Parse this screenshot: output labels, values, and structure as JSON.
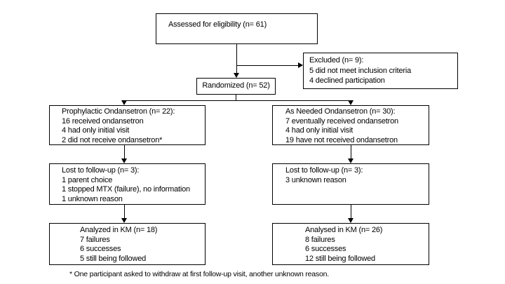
{
  "flowchart": {
    "assessed": {
      "text": "Assessed for eligibility (n= 61)"
    },
    "excluded": {
      "lines": [
        "Excluded (n= 9):",
        "5 did not meet inclusion criteria",
        "4 declined participation"
      ]
    },
    "randomized": {
      "text": "Randomized (n= 52)"
    },
    "prophylactic_arm": {
      "lines": [
        "Prophylactic Ondansetron (n= 22):",
        "16 received ondansetron",
        "4 had only initial visit",
        "2 did not receive ondansetron*"
      ]
    },
    "as_needed_arm": {
      "lines": [
        "As Needed Ondansetron (n= 30):",
        "7 eventually received ondansetron",
        "4 had only initial visit",
        "19 have not received ondansetron"
      ]
    },
    "prophylactic_lost": {
      "lines": [
        "Lost to follow-up (n= 3):",
        "1 parent choice",
        "1 stopped MTX (failure), no information",
        "1 unknown reason"
      ]
    },
    "as_needed_lost": {
      "lines": [
        "Lost to follow-up (n= 3):",
        "3 unknown reason"
      ]
    },
    "prophylactic_analyzed": {
      "lines": [
        "Analyzed in KM (n= 18)",
        "7 failures",
        "6 successes",
        "5 still being followed"
      ]
    },
    "as_needed_analyzed": {
      "lines": [
        "Analysed in KM (n= 26)",
        "8 failures",
        "6 successes",
        "12 still being followed"
      ]
    },
    "footnote": "* One participant asked to withdraw at first follow-up visit, another unknown reason."
  },
  "colors": {
    "background": "#ffffff",
    "border": "#000000",
    "text": "#000000"
  }
}
